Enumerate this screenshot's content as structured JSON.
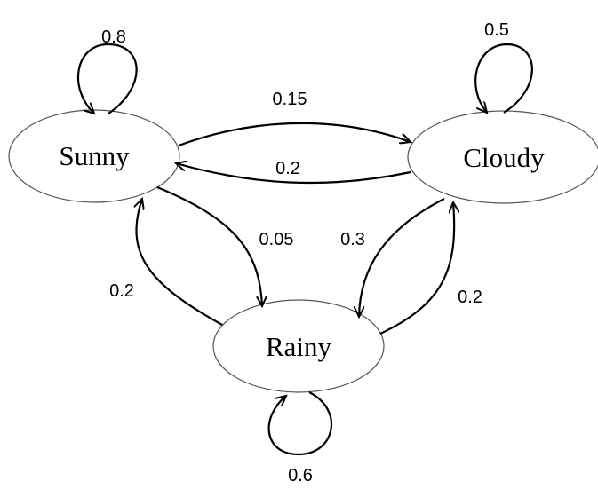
{
  "diagram": {
    "type": "state-transition-graph",
    "nodes": {
      "sunny": "Sunny",
      "cloudy": "Cloudy",
      "rainy": "Rainy"
    },
    "edges": [
      {
        "from": "Sunny",
        "to": "Sunny",
        "label": "0.8"
      },
      {
        "from": "Sunny",
        "to": "Cloudy",
        "label": "0.15"
      },
      {
        "from": "Cloudy",
        "to": "Sunny",
        "label": "0.2"
      },
      {
        "from": "Sunny",
        "to": "Rainy",
        "label": "0.05"
      },
      {
        "from": "Rainy",
        "to": "Sunny",
        "label": "0.2"
      },
      {
        "from": "Cloudy",
        "to": "Cloudy",
        "label": "0.5"
      },
      {
        "from": "Cloudy",
        "to": "Rainy",
        "label": "0.3"
      },
      {
        "from": "Rainy",
        "to": "Cloudy",
        "label": "0.2"
      },
      {
        "from": "Rainy",
        "to": "Rainy",
        "label": "0.6"
      }
    ]
  }
}
